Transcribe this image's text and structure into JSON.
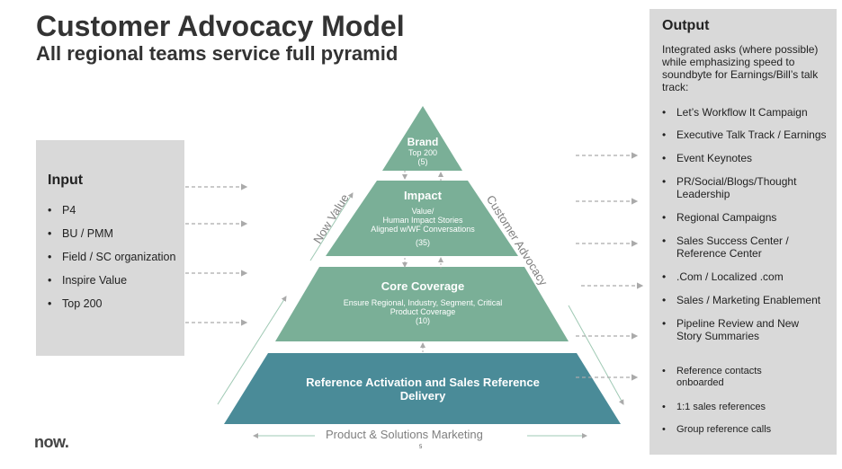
{
  "title": "Customer Advocacy Model",
  "subtitle": "All regional teams service full pyramid",
  "input": {
    "heading": "Input",
    "items": [
      "P4",
      "BU / PMM",
      "Field / SC organization",
      "Inspire Value",
      "Top 200"
    ]
  },
  "pyramid": {
    "brand": {
      "name": "Brand",
      "line1": "Top 200",
      "line2": "(5)"
    },
    "impact": {
      "name": "Impact",
      "line1": "Value/",
      "line2": "Human Impact Stories",
      "line3": "Aligned w/WF Conversations",
      "count": "(35)"
    },
    "core": {
      "name": "Core Coverage",
      "line1": "Ensure Regional, Industry, Segment, Critical",
      "line2": "Product Coverage",
      "count": "(10)"
    },
    "reference": {
      "line1": "Reference Activation and Sales Reference",
      "line2": "Delivery"
    }
  },
  "side_labels": {
    "left": "Now Value",
    "right": "Customer Advocacy",
    "bottom": "Product & Solutions Marketing"
  },
  "output": {
    "heading": "Output",
    "intro": "Integrated asks (where possible) while emphasizing speed to soundbyte for Earnings/Bill’s talk track:",
    "items": [
      "Let’s Workflow It Campaign",
      "Executive Talk Track / Earnings",
      "Event Keynotes",
      "PR/Social/Blogs/Thought Leadership",
      "Regional Campaigns",
      "Sales Success Center / Reference Center",
      ".Com / Localized .com",
      "Sales / Marketing Enablement",
      "Pipeline Review and New Story Summaries"
    ],
    "items2": [
      "Reference contacts onboarded",
      "1:1 sales references",
      "Group reference calls"
    ]
  },
  "logo": {
    "text": "now."
  },
  "page_number": "5",
  "colors": {
    "tier": "#7aaf97",
    "base": "#4a8b98",
    "panel": "#d9d9d9",
    "arrow": "#aaaaaa"
  }
}
